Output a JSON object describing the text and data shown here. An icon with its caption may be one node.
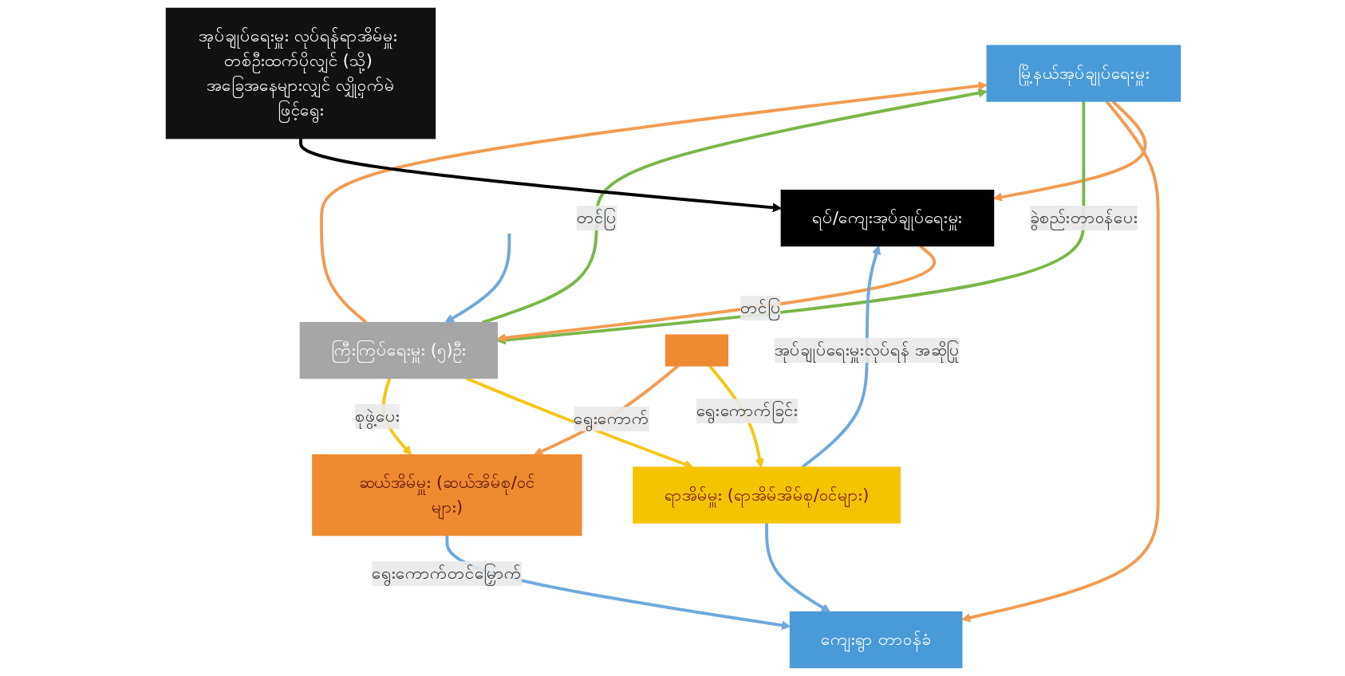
{
  "diagram": {
    "nodes": [
      {
        "text": [
          "မြို့နယ်အုပ်ချုပ်ရေးမှူး"
        ]
      },
      {
        "text": [
          "ရပ်/ကျေးအုပ်ချုပ်ရေးမှူး"
        ]
      },
      {
        "text": [
          "ကျေးရွာ တာဝန်ခံ"
        ]
      },
      {
        "text": [
          "ကြီးကြပ်ရေးမှူး (၅)ဦး"
        ]
      },
      {
        "text": [
          "ရာအိမ်မှူး (ရာအိမ်အိမ်စု/ဝင်များ)"
        ]
      },
      {
        "text": [
          "ဆယ်အိမ်မှူး (ဆယ်အိမ်စု/ဝင်များ)"
        ]
      },
      {
        "text": [
          "အုပ်ချုပ်ရေးမှူး လုပ်ရန်ရာအိမ်မှူး တစ်ဦးထက်ပိုလျှင် (သို့) အခြေအနေများလျှင် လျှို့ဝှက်မဲဖြင့်ရွေး"
        ]
      },
      {
        "text": [],
        "shape": "box"
      }
    ],
    "edges": [
      {
        "from": 0,
        "to": 1,
        "arrow": "to"
      },
      {
        "from": 0,
        "to": 2,
        "arrow": "to"
      },
      {
        "from": 3,
        "to": 0,
        "arrow": "to",
        "label": "တင်ပြ",
        "color": "#7ab648"
      },
      {
        "from": 0,
        "to": 3,
        "arrow": "to",
        "label": "ခွဲစည်းတာဝန်ပေး",
        "color": "#7ab648"
      },
      {
        "from": 3,
        "to": 0,
        "arrow": "to"
      },
      {
        "from": 1,
        "to": 3,
        "arrow": "to",
        "label": "တင်ပြ"
      },
      {
        "from": 3,
        "to": 4,
        "arrow": "to",
        "color": "#f5c518"
      },
      {
        "from": 3,
        "to": 5,
        "arrow": "to",
        "label": "စုဖွဲ့ပေး",
        "color": "#f5c518"
      },
      {
        "from": 4,
        "to": 1,
        "arrow": "to",
        "label": "အုပ်ချုပ်ရေးမှူးလုပ်ရန် အဆိုပြု",
        "color": "#6fa8dc"
      },
      {
        "from": 6,
        "to": 1,
        "arrow": "to",
        "color": "#000000"
      },
      {
        "from": 4,
        "to": 2,
        "arrow": "to",
        "color": "#6fa8dc"
      },
      {
        "from": 5,
        "to": 2,
        "arrow": "to",
        "label": "ရွေးကောက်တင်မြှောက်",
        "color": "#6fa8dc"
      },
      {
        "from": 7,
        "to": 4,
        "arrow": "to",
        "label": "ရွေးကောက်ခြင်း",
        "color": "#f5c518"
      },
      {
        "from": 7,
        "to": 5,
        "arrow": "to",
        "label": "ရွေးကောက်"
      },
      {
        "from": null,
        "to": 3,
        "arrow": "to",
        "color": "#6fa8dc"
      }
    ]
  }
}
